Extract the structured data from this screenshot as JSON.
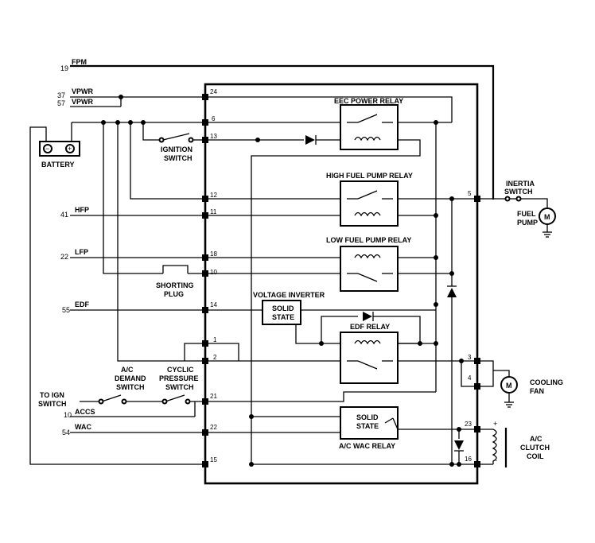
{
  "external_lines": {
    "fpm": {
      "num": "19",
      "label": "FPM"
    },
    "vpwr1": {
      "num": "37",
      "label": "VPWR"
    },
    "vpwr2": {
      "num": "57",
      "label": "VPWR"
    },
    "hfp": {
      "num": "41",
      "label": "HFP"
    },
    "lfp": {
      "num": "22",
      "label": "LFP"
    },
    "edf": {
      "num": "55",
      "label": "EDF"
    },
    "accs": {
      "num": "10",
      "label": "ACCS"
    },
    "wac": {
      "num": "54",
      "label": "WAC"
    }
  },
  "pins": {
    "p24": "24",
    "p6": "6",
    "p13": "13",
    "p12": "12",
    "p11": "11",
    "p18": "18",
    "p10": "10",
    "p14": "14",
    "p1": "1",
    "p2": "2",
    "p21": "21",
    "p22": "22",
    "p15": "15",
    "p5": "5",
    "p3": "3",
    "p4": "4",
    "p23": "23",
    "p16": "16"
  },
  "components": {
    "battery": "BATTERY",
    "ignition_switch": [
      "IGNITION",
      "SWITCH"
    ],
    "shorting_plug": [
      "SHORTING",
      "PLUG"
    ],
    "ac_demand_switch": [
      "A/C",
      "DEMAND",
      "SWITCH"
    ],
    "cyclic_pressure_switch": [
      "CYCLIC",
      "PRESSURE",
      "SWITCH"
    ],
    "to_ign_switch": [
      "TO IGN",
      "SWITCH"
    ],
    "eec_power_relay": "EEC POWER RELAY",
    "high_fuel_pump_relay": "HIGH FUEL PUMP RELAY",
    "low_fuel_pump_relay": "LOW FUEL PUMP RELAY",
    "voltage_inverter": "VOLTAGE INVERTER",
    "solid_state_1": [
      "SOLID",
      "STATE"
    ],
    "edf_relay": "EDF RELAY",
    "solid_state_2": [
      "SOLID",
      "STATE"
    ],
    "ac_wac_relay": "A/C WAC RELAY",
    "inertia_switch": [
      "INERTIA",
      "SWITCH"
    ],
    "fuel_pump": [
      "FUEL",
      "PUMP"
    ],
    "cooling_fan": [
      "COOLING",
      "FAN"
    ],
    "ac_clutch_coil": [
      "A/C",
      "CLUTCH",
      "COIL"
    ],
    "motor_symbol": "M"
  },
  "battery_terminals": {
    "neg": "−",
    "pos": "+"
  },
  "coil_terminals": {
    "pos": "+",
    "neg": "−"
  }
}
